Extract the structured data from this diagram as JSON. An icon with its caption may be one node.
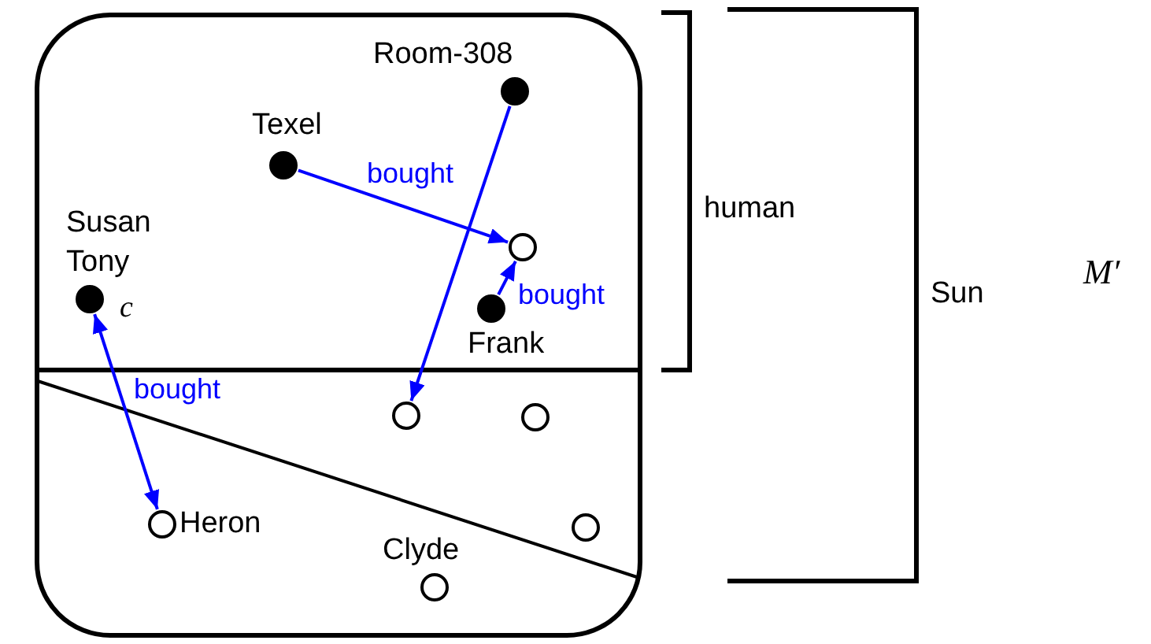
{
  "diagram": {
    "nodes": [
      {
        "text": [],
        "shape": "box"
      },
      {
        "text": [
          "Room-308"
        ],
        "in": 0
      },
      {
        "text": [
          "Texel"
        ],
        "in": 0
      },
      {
        "text": [],
        "shape": "circle",
        "in": 0
      },
      {
        "text": [
          "Susan",
          "Tony"
        ],
        "beside": [
          "c"
        ],
        "in": 0
      },
      {
        "text": [
          "Frank"
        ],
        "in": 0
      },
      {
        "text": [],
        "shape": "circle",
        "in": 0
      },
      {
        "text": [],
        "shape": "circle",
        "in": 0
      },
      {
        "text": [
          "Heron"
        ],
        "in": 0
      },
      {
        "text": [],
        "shape": "circle",
        "in": 0
      },
      {
        "text": [
          "Clyde"
        ],
        "in": 0
      }
    ],
    "edges": [
      {
        "from": 2,
        "to": 3,
        "arrow": "to",
        "label": "bought"
      },
      {
        "from": 5,
        "to": 3,
        "arrow": "to",
        "label": "bought"
      },
      {
        "from": 1,
        "to": 6,
        "arrow": "to"
      },
      {
        "from": 4,
        "to": 8,
        "arrow": "both",
        "label": "bought"
      }
    ],
    "labels": [
      "human",
      "Sun",
      "M′"
    ]
  }
}
